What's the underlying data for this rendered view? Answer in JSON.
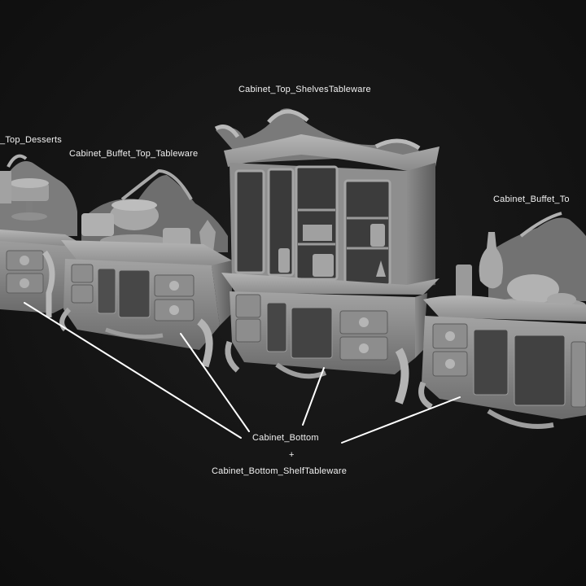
{
  "labels": {
    "top_desserts": "_Top_Desserts",
    "buffet_top_tableware": "Cabinet_Buffet_Top_Tableware",
    "top_shelves_tableware": "Cabinet_Top_ShelvesTableware",
    "buffet_top_right": "Cabinet_Buffet_To",
    "bottom": "Cabinet_Bottom",
    "plus": "+",
    "bottom_shelf_tableware": "Cabinet_Bottom_ShelfTableware"
  },
  "colors": {
    "background": "#141414",
    "model_light": "#9a9a9a",
    "model_mid": "#7a7a7a",
    "model_dark": "#4a4a4a",
    "label_text": "#f2f2f2",
    "leader_line": "#ffffff"
  }
}
